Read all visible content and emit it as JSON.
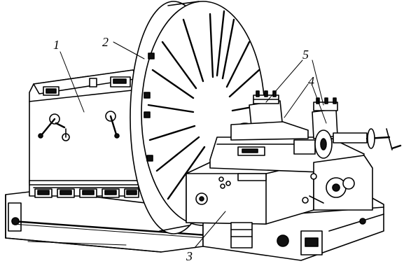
{
  "figure": {
    "callouts": [
      {
        "id": "1",
        "label": "1"
      },
      {
        "id": "2",
        "label": "2"
      },
      {
        "id": "3",
        "label": "3"
      },
      {
        "id": "4",
        "label": "4"
      },
      {
        "id": "5",
        "label": "5"
      }
    ]
  },
  "colors": {
    "ink": "#000000",
    "paper": "#ffffff"
  }
}
